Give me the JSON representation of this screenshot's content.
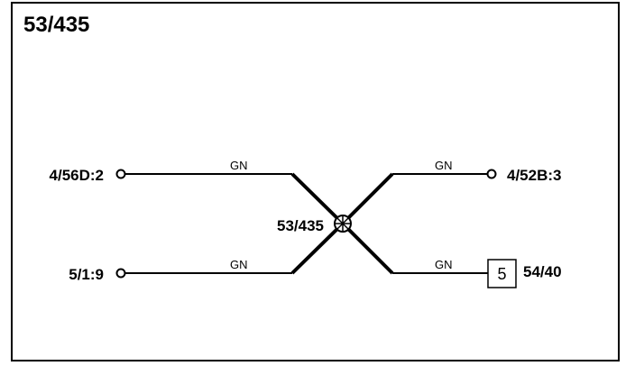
{
  "diagram": {
    "title": "53/435",
    "splice": {
      "label": "53/435"
    },
    "connectors": {
      "left_top": "4/56D:2",
      "left_bottom": "5/1:9",
      "right_top": "4/52B:3",
      "right_bottom": "54/40"
    },
    "wires": [
      {
        "id": "left_top",
        "color": "GN"
      },
      {
        "id": "left_bottom",
        "color": "GN"
      },
      {
        "id": "right_top",
        "color": "GN"
      },
      {
        "id": "right_bottom",
        "color": "GN"
      }
    ],
    "right_bottom_box": "5"
  }
}
